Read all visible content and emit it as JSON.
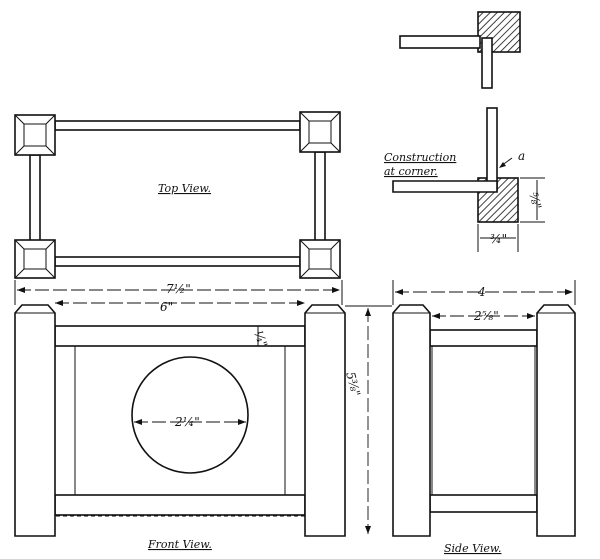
{
  "labels": {
    "top_view": "Top View.",
    "front_view": "Front View.",
    "side_view": "Side View.",
    "construction_line1": "Construction",
    "construction_line2": "at corner.",
    "corner_marker": "a"
  },
  "dimensions": {
    "overall_width": "7½\"",
    "inner_width": "6\"",
    "rail_offset": "¼\"",
    "height": "5⅜\"",
    "hole_diameter": "2¼\"",
    "side_overall": "4",
    "side_inner": "2⅝\"",
    "post_width": "¾\"",
    "post_depth": "⅝\""
  }
}
